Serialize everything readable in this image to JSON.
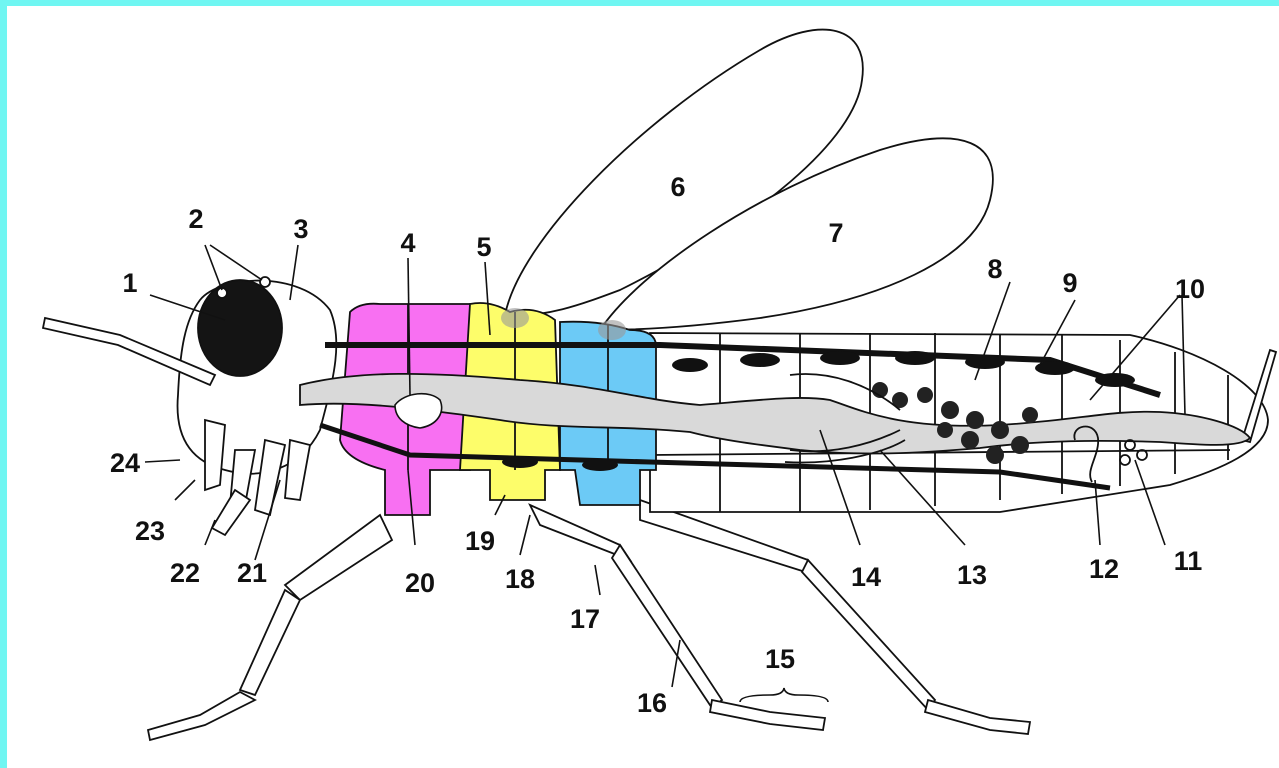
{
  "colors": {
    "frame": "#6ff6f2",
    "prothorax": "#f870f2",
    "mesothorax": "#fdfd6a",
    "metathorax": "#6ccaf6",
    "outline": "#111111"
  },
  "labels": [
    "1",
    "2",
    "3",
    "4",
    "5",
    "6",
    "7",
    "8",
    "9",
    "10",
    "11",
    "12",
    "13",
    "14",
    "15",
    "16",
    "17",
    "18",
    "19",
    "20",
    "21",
    "22",
    "23",
    "24"
  ]
}
